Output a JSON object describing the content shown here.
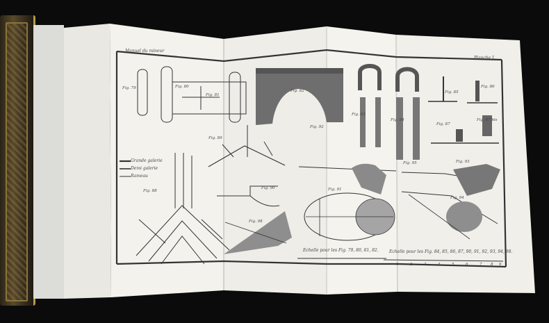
{
  "plate": {
    "header_left": "Manuel du mineur",
    "header_right": "Planche I.",
    "legend": [
      "Grande galerie",
      "Demi galerie",
      "Rameau"
    ],
    "figures": [
      "Fig. 79",
      "Fig. 80",
      "Fig. 81",
      "Fig. 82",
      "Fig. 83",
      "Fig. 84",
      "Fig. 85",
      "Fig. 86",
      "Fig. 87",
      "Fig. 87 bis",
      "Fig. 88",
      "Fig. 89",
      "Fig. 90",
      "Fig. 91",
      "Fig. 92",
      "Fig. 93",
      "Fig. 94",
      "Fig. 95",
      "Fig. 98"
    ],
    "scale_left": "Echelle pour les Fig. 79, 80, 81, 82.",
    "scale_right": "Echelle pour les Fig. 84, 85, 86, 87, 90, 91, 92, 93, 94, 98.",
    "scale_numbers": [
      "1",
      "2",
      "3",
      "4",
      "5",
      "6",
      "7",
      "8",
      "9"
    ]
  },
  "colors": {
    "background": "#0b0b0c",
    "paper": "#f2f1ec",
    "ink": "#2b2b2b",
    "binding_gold": "#b89a4a"
  }
}
